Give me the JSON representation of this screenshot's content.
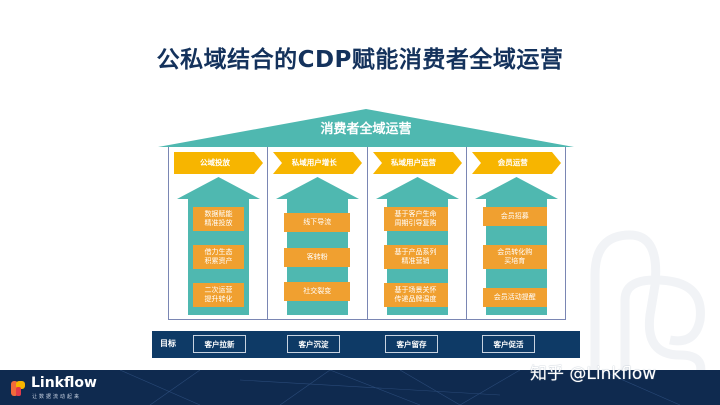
{
  "title": "公私域结合的CDP赋能消费者全域运营",
  "roof": {
    "label": "消费者全域运营",
    "color": "#4fb8b0"
  },
  "columns": [
    {
      "header": "公域投放",
      "items": [
        "数据赋能\n精准投放",
        "借力生态\n积累资产",
        "二次运营\n提升转化"
      ]
    },
    {
      "header": "私域用户增长",
      "items": [
        "线下导流",
        "客转粉",
        "社交裂变"
      ]
    },
    {
      "header": "私域用户运营",
      "items": [
        "基于客户生命\n周期引导复购",
        "基于产品系列\n精准营销",
        "基于场景关怀\n传递品牌温度"
      ]
    },
    {
      "header": "会员运营",
      "items": [
        "会员招募",
        "会员转化购\n买培育",
        "会员活动提醒"
      ]
    }
  ],
  "goals": {
    "label": "目标",
    "items": [
      "客户拉新",
      "客户沉淀",
      "客户留存",
      "客户促活"
    ]
  },
  "footer": {
    "brand": "Linkflow",
    "slogan": "让数据流动起来",
    "watermark": "知乎 @Linkflow"
  },
  "colors": {
    "teal": "#4fb8b0",
    "chevron": "#f7b500",
    "item": "#f0a030",
    "navy": "#0e3a66",
    "title": "#14325c"
  }
}
